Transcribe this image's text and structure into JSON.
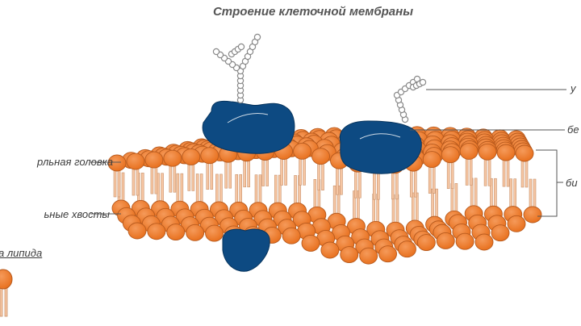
{
  "title": "Строение клеточной мембраны",
  "labels": {
    "head": "рльная головка",
    "tails": "ьные хвосты",
    "lipid": "а липида",
    "carb": "у",
    "protein": "бе",
    "bilayer": "би"
  },
  "colors": {
    "head_fill": "#f07f35",
    "head_stroke": "#b75a1e",
    "tail": "#f6c6a3",
    "tail_stroke": "#c8926c",
    "protein": "#0d4a82",
    "chain": "#8a8a8a"
  },
  "icons": [
    "lipid-head",
    "lipid-tail",
    "protein",
    "carbohydrate-chain"
  ]
}
